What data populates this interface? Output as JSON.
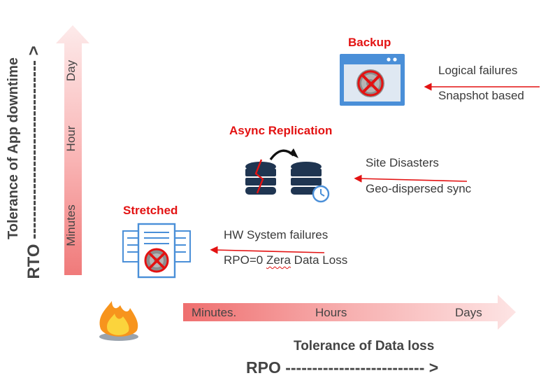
{
  "y_axis": {
    "rto_label": "RTO -------------------------------- >",
    "title": "Tolerance of App downtime",
    "ticks": [
      "Day",
      "Hour",
      "Minutes"
    ]
  },
  "x_axis": {
    "title": "Tolerance of Data loss",
    "rpo_label": "RPO -------------------------- >",
    "ticks": [
      "Minutes.",
      "Hours",
      "Days"
    ]
  },
  "nodes": {
    "backup": {
      "title": "Backup",
      "lines": [
        "Logical failures",
        "Snapshot based"
      ]
    },
    "async": {
      "title": "Async Replication",
      "lines": [
        "Site Disasters",
        "Geo-dispersed sync"
      ]
    },
    "stretched": {
      "title": "Stretched",
      "lines": [
        "HW System failures",
        "RPO=0",
        "Zera",
        "Data Loss"
      ]
    }
  },
  "colors": {
    "accent_red": "#e31212",
    "icon_blue": "#4a8fd8",
    "db_navy": "#1f3551",
    "arrow_light": "#fbe0e0",
    "arrow_strong": "#ef6f6f"
  }
}
